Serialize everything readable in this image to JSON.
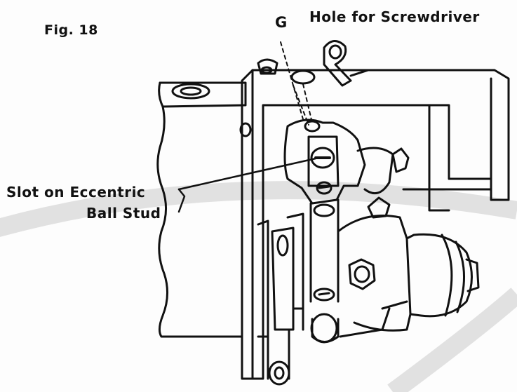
{
  "figure": {
    "fig_label": "Fig. 18",
    "callout_g": "G",
    "callout_hole": "Hole for Screwdriver",
    "callout_slot_line1": "Slot on Eccentric",
    "callout_slot_line2": "Ball Stud"
  },
  "colors": {
    "ink": "#111111",
    "background": "#fdfdfd",
    "watermark_arc": "#dcdcdc"
  }
}
